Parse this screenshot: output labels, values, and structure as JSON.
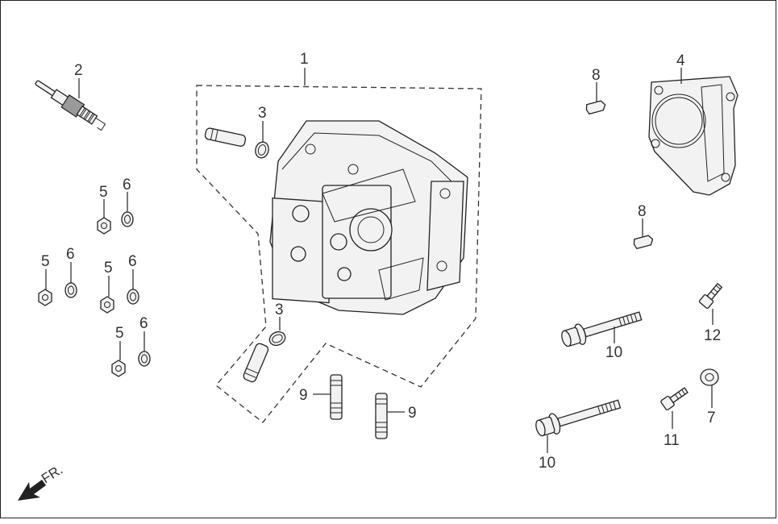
{
  "diagram": {
    "direction_label": "FR.",
    "callouts": [
      {
        "id": "c1",
        "text": "1"
      },
      {
        "id": "c2",
        "text": "2"
      },
      {
        "id": "c3a",
        "text": "3"
      },
      {
        "id": "c3b",
        "text": "3"
      },
      {
        "id": "c4",
        "text": "4"
      },
      {
        "id": "c5a",
        "text": "5"
      },
      {
        "id": "c5b",
        "text": "5"
      },
      {
        "id": "c5c",
        "text": "5"
      },
      {
        "id": "c5d",
        "text": "5"
      },
      {
        "id": "c6a",
        "text": "6"
      },
      {
        "id": "c6b",
        "text": "6"
      },
      {
        "id": "c6c",
        "text": "6"
      },
      {
        "id": "c6d",
        "text": "6"
      },
      {
        "id": "c7",
        "text": "7"
      },
      {
        "id": "c8a",
        "text": "8"
      },
      {
        "id": "c8b",
        "text": "8"
      },
      {
        "id": "c9a",
        "text": "9"
      },
      {
        "id": "c9b",
        "text": "9"
      },
      {
        "id": "c10a",
        "text": "10"
      },
      {
        "id": "c10b",
        "text": "10"
      },
      {
        "id": "c11",
        "text": "11"
      },
      {
        "id": "c12",
        "text": "12"
      }
    ]
  }
}
